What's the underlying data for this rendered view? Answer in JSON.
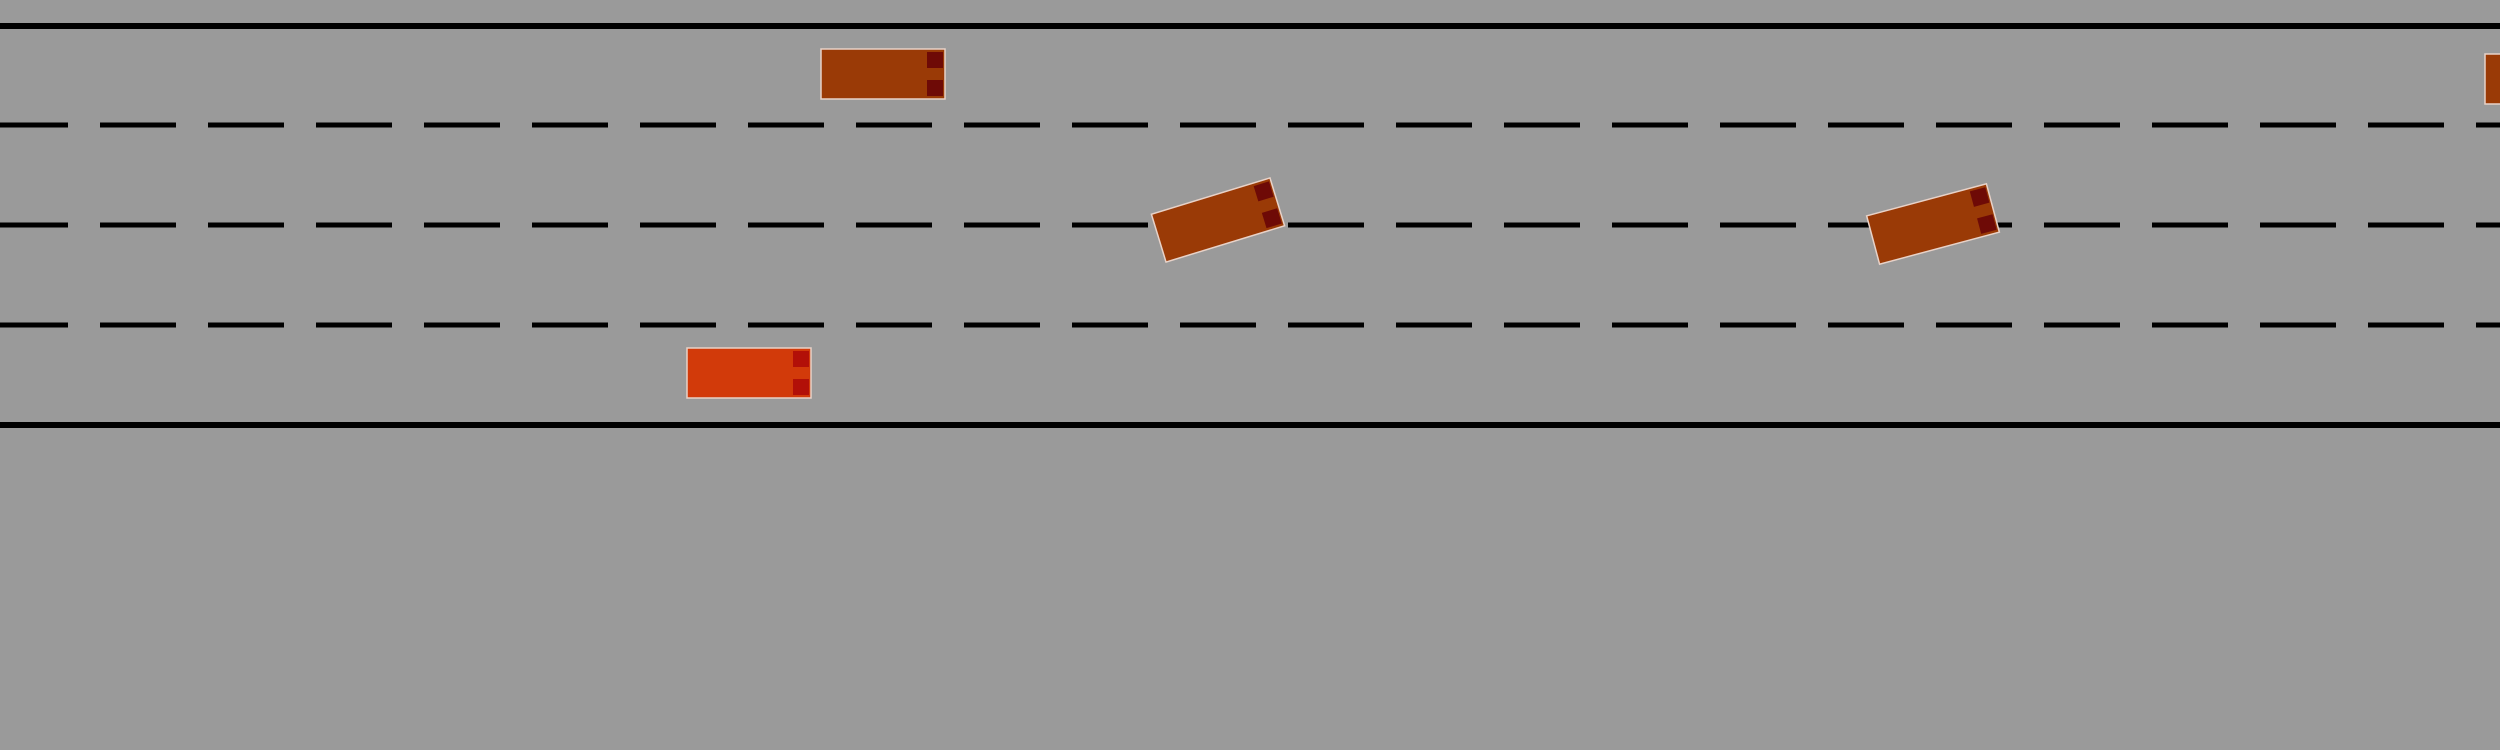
{
  "scene": {
    "name": "highway-driving-simulation",
    "lane_count": 4,
    "colors": {
      "background": "#9a9a9a",
      "road_line": "#000000",
      "ego_vehicle": "#d23a0a",
      "ego_light": "#b21008",
      "other_vehicle": "#9a3a06",
      "other_light": "#6e0a06",
      "vehicle_outline": "#e8d2c8"
    }
  },
  "vehicles": [
    {
      "id": "ego",
      "role": "ego",
      "lane": 4,
      "heading": "straight"
    },
    {
      "id": "car-1",
      "role": "other",
      "lane": 1,
      "heading": "straight"
    },
    {
      "id": "car-2",
      "role": "other",
      "lane": 2,
      "heading": "changing-lane-left"
    },
    {
      "id": "car-3",
      "role": "other",
      "lane": 2,
      "heading": "changing-lane-left"
    },
    {
      "id": "car-4",
      "role": "other",
      "lane": 1,
      "heading": "straight",
      "partially_visible": true
    }
  ]
}
